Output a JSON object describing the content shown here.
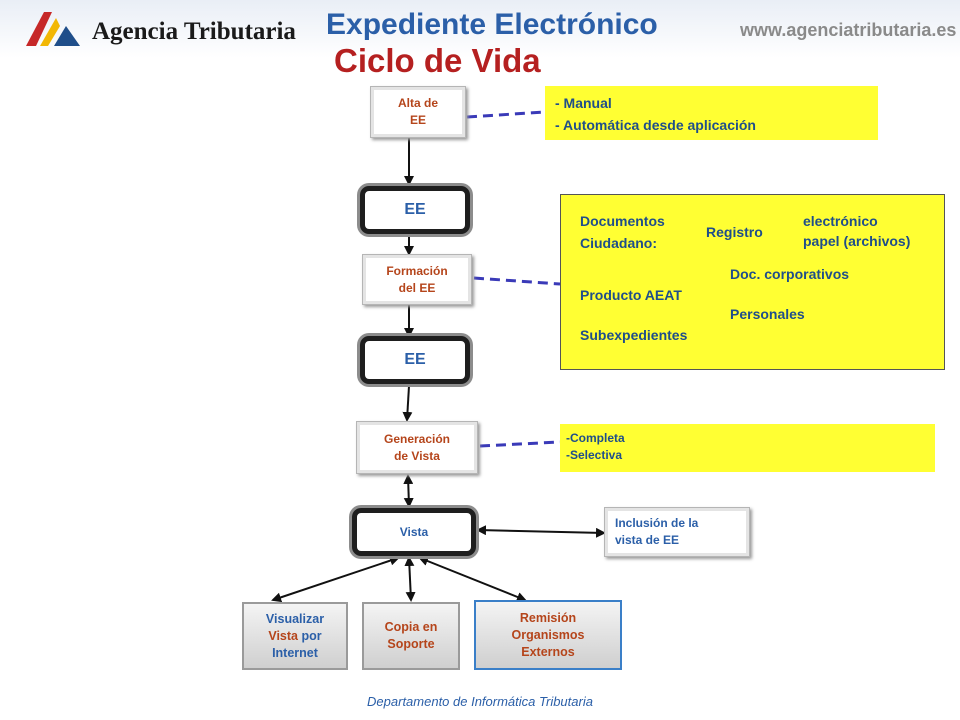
{
  "header": {
    "brand": "Agencia Tributaria",
    "website": "www.agenciatributaria.es",
    "title_line1": "Expediente Electrónico",
    "title_line2": "Ciclo  de Vida"
  },
  "nodes": {
    "alta": [
      "Alta de",
      "EE"
    ],
    "ee_1": "EE",
    "formacion": [
      "Formación",
      "del EE"
    ],
    "ee_2": "EE",
    "generacion": [
      "Generación",
      "de Vista"
    ],
    "vista": "Vista",
    "inclusion": [
      "Inclusión de la",
      "vista de EE"
    ],
    "visualizar": {
      "part1": "Visualizar",
      "part2": "Vista",
      "part3": "por",
      "part4": "Internet"
    },
    "copia": [
      "Copia en",
      "Soporte"
    ],
    "remision": [
      "Remisión",
      "Organismos",
      "Externos"
    ]
  },
  "notes": {
    "alta_note": [
      "- Manual",
      "- Automática desde aplicación"
    ],
    "formacion_note": {
      "documentos": "Documentos",
      "ciudadano": "Ciudadano:",
      "registro": "Registro",
      "electronico": "electrónico",
      "papel": "papel (archivos)",
      "doc_corporativos": "Doc. corporativos",
      "producto": "Producto AEAT",
      "personales": "Personales",
      "subexpedientes": "Subexpedientes"
    },
    "generacion_note": [
      "-Completa",
      "-Selectiva"
    ]
  },
  "footer": "Departamento de Informática Tributaria",
  "colors": {
    "title_blue": "#2b5fa8",
    "title_red": "#b52020",
    "note_yellow": "#ffff33",
    "dashed_link": "#3a3ab8"
  }
}
